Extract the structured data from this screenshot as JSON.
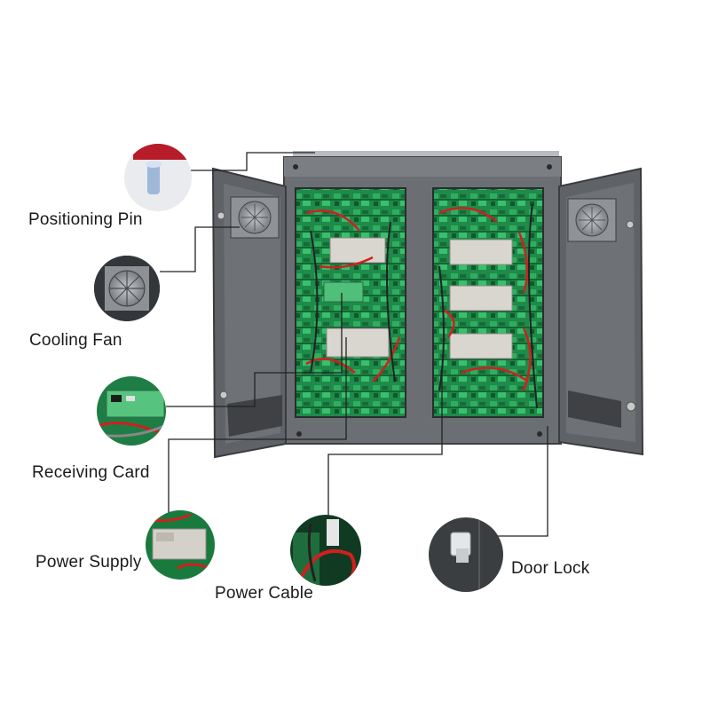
{
  "callouts": [
    {
      "id": "positioning-pin",
      "label": "Positioning Pin"
    },
    {
      "id": "cooling-fan",
      "label": "Cooling Fan"
    },
    {
      "id": "receiving-card",
      "label": "Receiving Card"
    },
    {
      "id": "power-supply",
      "label": "Power Supply"
    },
    {
      "id": "power-cable",
      "label": "Power Cable"
    },
    {
      "id": "door-lock",
      "label": "Door Lock"
    }
  ],
  "colors": {
    "cabinet_frame": "#6b6e72",
    "cabinet_door": "#5f6266",
    "pcb_green": "#1f8a4a",
    "power_unit": "#d9d6cf",
    "wire_red": "#d11f1f",
    "callout_line": "#222222"
  }
}
